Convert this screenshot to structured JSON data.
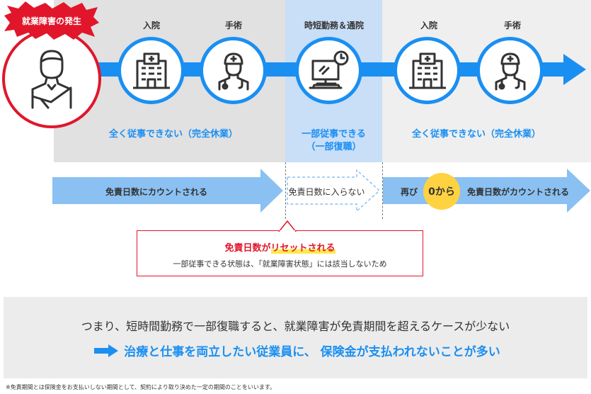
{
  "colors": {
    "accent": "#1a8ff2",
    "alert": "#e1162b",
    "highlight": "#ffd241"
  },
  "top": {
    "onset_badge": "就業障害の発生",
    "steps": [
      {
        "label": "入院",
        "icon": "hospital-icon"
      },
      {
        "label": "手術",
        "icon": "doctor-icon"
      },
      {
        "label": "時短勤務＆通院",
        "icon": "computer-clock-icon"
      },
      {
        "label": "入院",
        "icon": "hospital-icon"
      },
      {
        "label": "手術",
        "icon": "doctor-icon"
      }
    ],
    "status_left": "全く従事できない（完全休業）",
    "status_mid_line1": "一部従事できる",
    "status_mid_line2": "（一部復職）",
    "status_right": "全く従事できない（完全休業）"
  },
  "banners": {
    "left": "免責日数にカウントされる",
    "mid": "免責日数に入らない",
    "right_prefix": "再び",
    "right_zero": "0から",
    "right_suffix": "免責日数がカウントされる"
  },
  "reset": {
    "title_prefix": "免責日数が",
    "title_highlight": "リセットされる",
    "subtitle": "一部従事できる状態は、「就業障害状態」には該当しないため"
  },
  "summary": {
    "line1": "つまり、短時間勤務で一部復職すると、就業障害が免責期間を超えるケースが少ない",
    "arrow_icon": "right-arrow-icon",
    "line2": "治療と仕事を両立したい従業員に、 保険金が支払われないことが多い"
  },
  "footnote": "※免責期間とは保険金をお支払いしない期間として、契約により取り決めた一定の期間のことをいいます。"
}
